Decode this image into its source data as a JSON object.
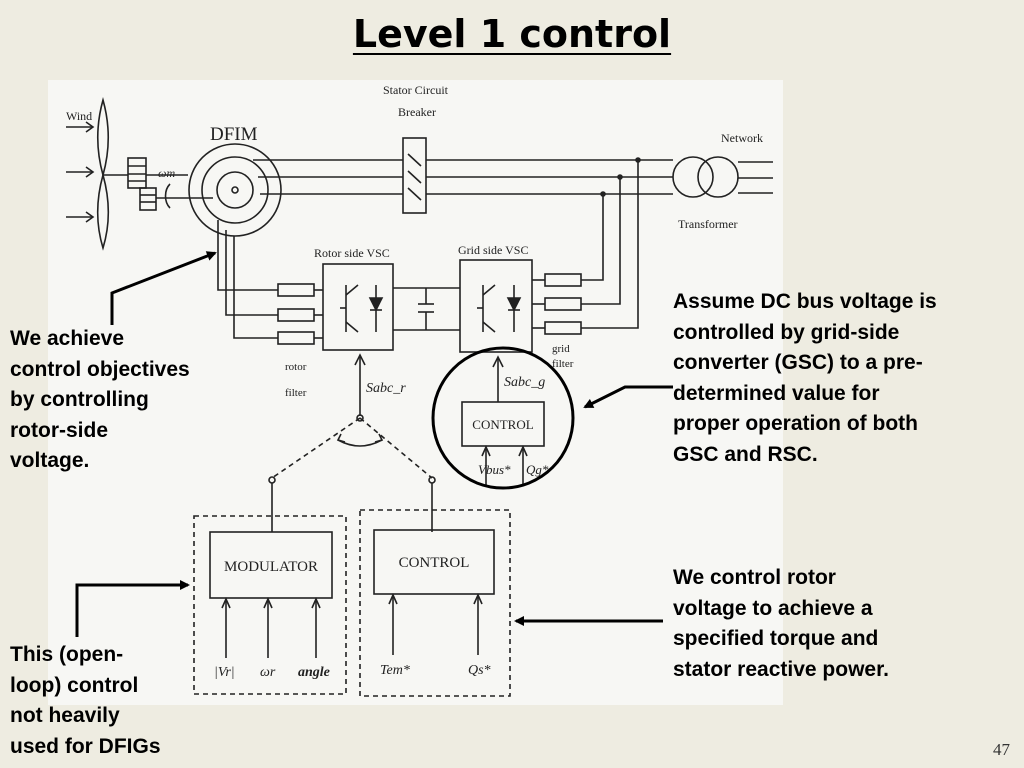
{
  "slide": {
    "title": "Level 1 control",
    "page_number": "47"
  },
  "diagram": {
    "labels": {
      "wind": "Wind",
      "dfim": "DFIM",
      "omega_m": "ωm",
      "stator_circuit": "Stator Circuit",
      "breaker": "Breaker",
      "network": "Network",
      "transformer": "Transformer",
      "rotor_side_vsc": "Rotor side VSC",
      "grid_side_vsc": "Grid side VSC",
      "rotor_filter_1": "rotor",
      "rotor_filter_2": "filter",
      "grid_filter_1": "grid",
      "grid_filter_2": "filter",
      "s_abc_r": "Sabc_r",
      "s_abc_g": "Sabc_g",
      "control_grid": "CONTROL",
      "v_bus": "Vbus*",
      "q_g": "Qg*",
      "modulator": "MODULATOR",
      "control_rotor": "CONTROL",
      "input_vr": "|Vr|",
      "input_omega_r": "ωr",
      "input_angle": "angle",
      "input_tem": "Tem*",
      "input_qs": "Qs*"
    }
  },
  "notes": {
    "left_top": [
      "We achieve",
      "control objectives",
      "by controlling",
      "rotor-side",
      "voltage."
    ],
    "right_top": [
      "Assume DC bus voltage is",
      "controlled by grid-side",
      "converter (GSC) to a pre-",
      "determined value for",
      "proper operation of both",
      "GSC and RSC."
    ],
    "right_bottom": [
      "We control rotor",
      "voltage to achieve a",
      "specified torque and",
      "stator reactive power."
    ],
    "left_bottom": [
      "This (open-",
      "loop) control",
      "not heavily",
      "used for DFIGs"
    ]
  },
  "colors": {
    "background": "#eeece1",
    "diagram_background": "#f7f7f4",
    "ink": "#222222"
  }
}
